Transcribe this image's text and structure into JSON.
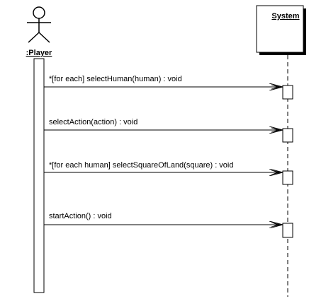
{
  "diagram": {
    "type": "uml-sequence-diagram",
    "actor": {
      "name": ":Player",
      "icon": "stick-figure-actor-icon"
    },
    "system": {
      "name": "System"
    },
    "messages": [
      {
        "label": "*[for each] selectHuman(human) : void"
      },
      {
        "label": "selectAction(action) : void"
      },
      {
        "label": "*[for each human] selectSquareOfLand(square) : void"
      },
      {
        "label": "startAction() : void"
      }
    ],
    "colors": {
      "line": "#000000",
      "background": "#ffffff",
      "shadow": "#000000"
    }
  }
}
